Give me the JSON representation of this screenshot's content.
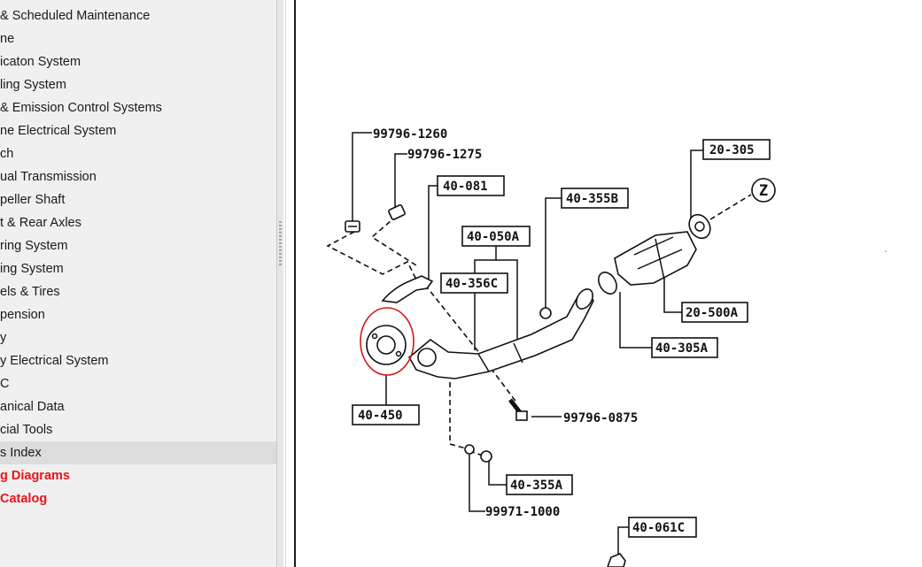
{
  "sidebar": {
    "items": [
      {
        "label": "& Scheduled Maintenance"
      },
      {
        "label": "ne"
      },
      {
        "label": "icaton System"
      },
      {
        "label": "ling System"
      },
      {
        "label": "& Emission Control Systems"
      },
      {
        "label": "ne Electrical System"
      },
      {
        "label": "ch"
      },
      {
        "label": "ual Transmission"
      },
      {
        "label": "peller Shaft"
      },
      {
        "label": "t & Rear Axles"
      },
      {
        "label": "ring System"
      },
      {
        "label": "ing System"
      },
      {
        "label": "els & Tires"
      },
      {
        "label": "pension"
      },
      {
        "label": "y"
      },
      {
        "label": "y Electrical System"
      },
      {
        "label": "C"
      },
      {
        "label": "anical Data"
      },
      {
        "label": "cial Tools"
      },
      {
        "label": "s Index"
      },
      {
        "label": "g Diagrams"
      },
      {
        "label": "Catalog"
      }
    ],
    "selected_label": "s Index"
  },
  "diagram": {
    "parts": {
      "p99796_1260": "99796-1260",
      "p99796_1275": "99796-1275",
      "p40_081": "40-081",
      "p40_050A": "40-050A",
      "p40_355B": "40-355B",
      "p40_356C": "40-356C",
      "p20_305": "20-305",
      "p20_500A": "20-500A",
      "p40_305A": "40-305A",
      "p40_450": "40-450",
      "p99796_0875": "99796-0875",
      "p40_355A": "40-355A",
      "p99971_1000": "99971-1000",
      "p40_061C": "40-061C"
    },
    "ref_marker": "Z",
    "highlight_color": "#d01818"
  },
  "colors": {
    "sidebar_bg": "#f0f0f0",
    "selected_bg": "#dcdcdc",
    "red_link": "#e8141c"
  }
}
